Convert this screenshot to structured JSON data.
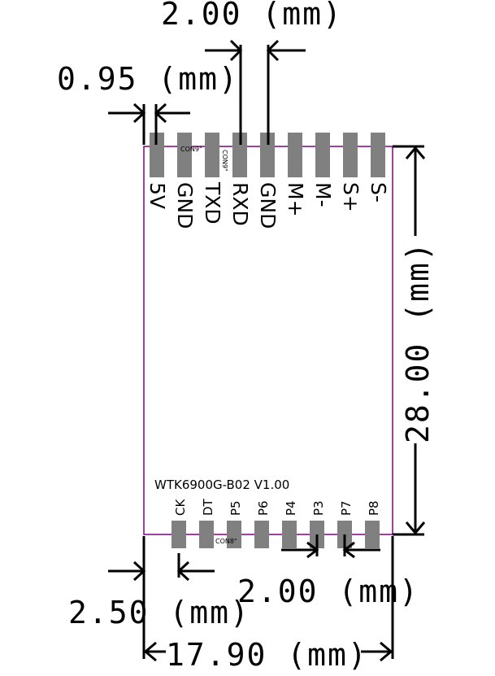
{
  "dimensions": {
    "pin_pitch_top": "2.00 (mm)",
    "pin_width": "0.95 (mm)",
    "height": "28.00 (mm)",
    "pin_pitch_bottom": "2.00 (mm)",
    "bottom_offset": "2.50 (mm)",
    "width": "17.90 (mm)"
  },
  "board": {
    "model": "WTK6900G-B02 V1.00",
    "outline_color": "#800080",
    "pad_color": "#808080"
  },
  "connectors": {
    "top_ref_a": "CON9\"",
    "top_ref_b": "CON9\"",
    "bottom_ref": "CON8\""
  },
  "top_pins": [
    "5V",
    "GND",
    "TXD",
    "RXD",
    "GND",
    "M+",
    "M-",
    "S+",
    "S-"
  ],
  "bottom_pins": [
    "CK",
    "DT",
    "P5",
    "P6",
    "P4",
    "P3",
    "P7",
    "P8"
  ]
}
